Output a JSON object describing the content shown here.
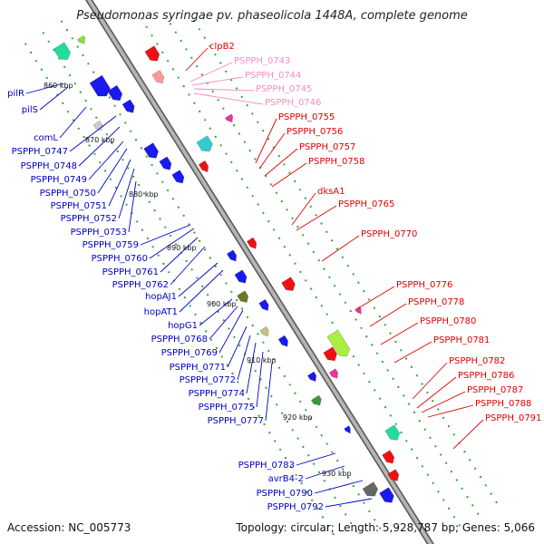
{
  "title": "Pseudomonas syringae pv. phaseolicola 1448A, complete genome",
  "accession": "Accession: NC_005773",
  "topology": "Topology: circular; Length: 5,928,787 bp; Genes: 5,066",
  "colors": {
    "backbone": "#a8a8a8",
    "red_labels": "#e00000",
    "pink_labels": "#f58cc0",
    "blue_labels": "#0000c8",
    "tick_green": "#22aa22"
  },
  "kbp_markers": [
    "860 kbp",
    "870 kbp",
    "880 kbp",
    "890 kbp",
    "900 kbp",
    "910 kbp",
    "920 kbp",
    "930 kbp"
  ],
  "right_labels": [
    {
      "text": "clpB2",
      "color": "red"
    },
    {
      "text": "PSPPH_0743",
      "color": "pink"
    },
    {
      "text": "PSPPH_0744",
      "color": "pink"
    },
    {
      "text": "PSPPH_0745",
      "color": "pink"
    },
    {
      "text": "PSPPH_0746",
      "color": "pink"
    },
    {
      "text": "PSPPH_0755",
      "color": "red"
    },
    {
      "text": "PSPPH_0756",
      "color": "red"
    },
    {
      "text": "PSPPH_0757",
      "color": "red"
    },
    {
      "text": "PSPPH_0758",
      "color": "red"
    },
    {
      "text": "dksA1",
      "color": "red"
    },
    {
      "text": "PSPPH_0765",
      "color": "red"
    },
    {
      "text": "PSPPH_0770",
      "color": "red"
    },
    {
      "text": "PSPPH_0776",
      "color": "red"
    },
    {
      "text": "PSPPH_0778",
      "color": "red"
    },
    {
      "text": "PSPPH_0780",
      "color": "red"
    },
    {
      "text": "PSPPH_0781",
      "color": "red"
    },
    {
      "text": "PSPPH_0782",
      "color": "red"
    },
    {
      "text": "PSPPH_0786",
      "color": "red"
    },
    {
      "text": "PSPPH_0787",
      "color": "red"
    },
    {
      "text": "PSPPH_0788",
      "color": "red"
    },
    {
      "text": "PSPPH_0791",
      "color": "red"
    }
  ],
  "left_labels": [
    {
      "text": "pilR"
    },
    {
      "text": "pilS"
    },
    {
      "text": "comL"
    },
    {
      "text": "PSPPH_0747"
    },
    {
      "text": "PSPPH_0748"
    },
    {
      "text": "PSPPH_0749"
    },
    {
      "text": "PSPPH_0750"
    },
    {
      "text": "PSPPH_0751"
    },
    {
      "text": "PSPPH_0752"
    },
    {
      "text": "PSPPH_0753"
    },
    {
      "text": "PSPPH_0759"
    },
    {
      "text": "PSPPH_0760"
    },
    {
      "text": "PSPPH_0761"
    },
    {
      "text": "PSPPH_0762"
    },
    {
      "text": "hopAJ1"
    },
    {
      "text": "hopAT1"
    },
    {
      "text": "hopG1"
    },
    {
      "text": "PSPPH_0768"
    },
    {
      "text": "PSPPH_0769"
    },
    {
      "text": "PSPPH_0771"
    },
    {
      "text": "PSPPH_0772"
    },
    {
      "text": "PSPPH_0774"
    },
    {
      "text": "PSPPH_0775"
    },
    {
      "text": "PSPPH_0777"
    },
    {
      "text": "PSPPH_0783"
    },
    {
      "text": "avrB4-2"
    },
    {
      "text": "PSPPH_0790"
    },
    {
      "text": "PSPPH_0792"
    }
  ]
}
